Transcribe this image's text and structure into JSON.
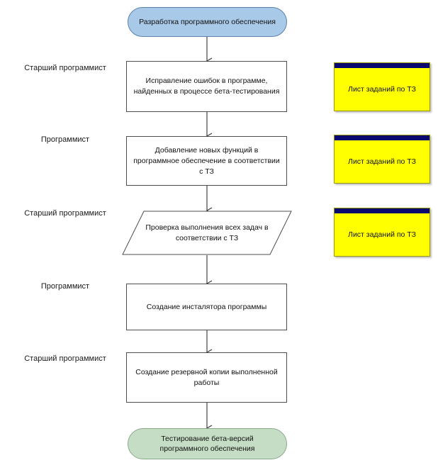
{
  "diagram": {
    "type": "flowchart",
    "title": "Разработка программного обеспечения",
    "orientation": "vertical",
    "colors": {
      "start_fill": "#a9c9e8",
      "start_border": "#5b82aa",
      "end_fill": "#c5ddc4",
      "end_border": "#8aa98a",
      "process_fill": "#ffffff",
      "process_border": "#4d4d4d",
      "note_fill": "#ffff00",
      "note_header": "#0a0a6e",
      "connector": "#333333",
      "background": "#ffffff"
    }
  },
  "roles": [
    {
      "id": "role-1",
      "label": "Старший программист"
    },
    {
      "id": "role-2",
      "label": "Программист"
    },
    {
      "id": "role-3",
      "label": "Старший программист"
    },
    {
      "id": "role-4",
      "label": "Программист"
    },
    {
      "id": "role-5",
      "label": "Старший программист"
    }
  ],
  "nodes": [
    {
      "id": "node-start",
      "shape": "terminator",
      "label": "Разработка программного обеспечения"
    },
    {
      "id": "node-fix-bugs",
      "shape": "process",
      "label": "Исправление ошибок в программе, найденных в процессе бета-тестирования"
    },
    {
      "id": "node-add-features",
      "shape": "process",
      "label": "Добавление новых функций в программное обеспечение в соответствии с ТЗ"
    },
    {
      "id": "node-check-tasks",
      "shape": "parallelogram",
      "label": "Проверка выполнения всех задач в соответствии с ТЗ"
    },
    {
      "id": "node-create-installer",
      "shape": "process",
      "label": "Создание инсталятора программы"
    },
    {
      "id": "node-create-backup",
      "shape": "process",
      "label": "Создание резервной копии выполненной работы"
    },
    {
      "id": "node-end",
      "shape": "terminator",
      "label": "Тестирование бета-версий программного обеспечения"
    }
  ],
  "notes": [
    {
      "id": "note-1",
      "label": "Лист заданий по ТЗ"
    },
    {
      "id": "note-2",
      "label": "Лист заданий по ТЗ"
    },
    {
      "id": "note-3",
      "label": "Лист заданий по ТЗ"
    }
  ]
}
